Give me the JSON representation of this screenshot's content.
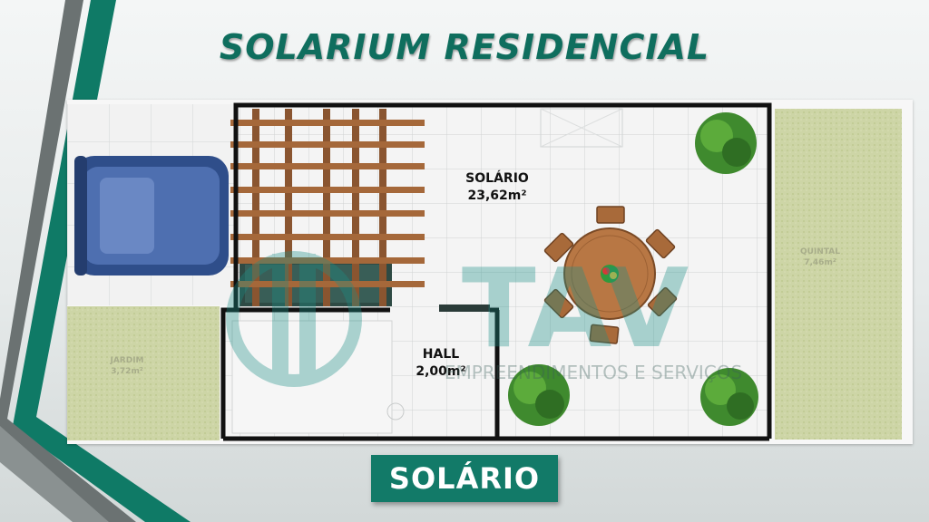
{
  "title": "SOLARIUM RESIDENCIAL",
  "badge_label": "SOLÁRIO",
  "rooms": {
    "solario": {
      "name": "SOLÁRIO",
      "area": "23,62m²"
    },
    "hall": {
      "name": "HALL",
      "area": "2,00m²"
    },
    "jardim": {
      "name": "JARDIM",
      "area": "3,72m²"
    },
    "quintal": {
      "name": "QUINTAL",
      "area": "7,46m²"
    }
  },
  "watermark": {
    "brand": "TAV",
    "tagline": "EMPREENDIMENTOS E SERVIÇOS"
  },
  "colors": {
    "accent": "#127a68",
    "title": "#0f6e5e",
    "grass": "#cdd5a6",
    "wood": "#a5683a",
    "wall": "#111111"
  }
}
